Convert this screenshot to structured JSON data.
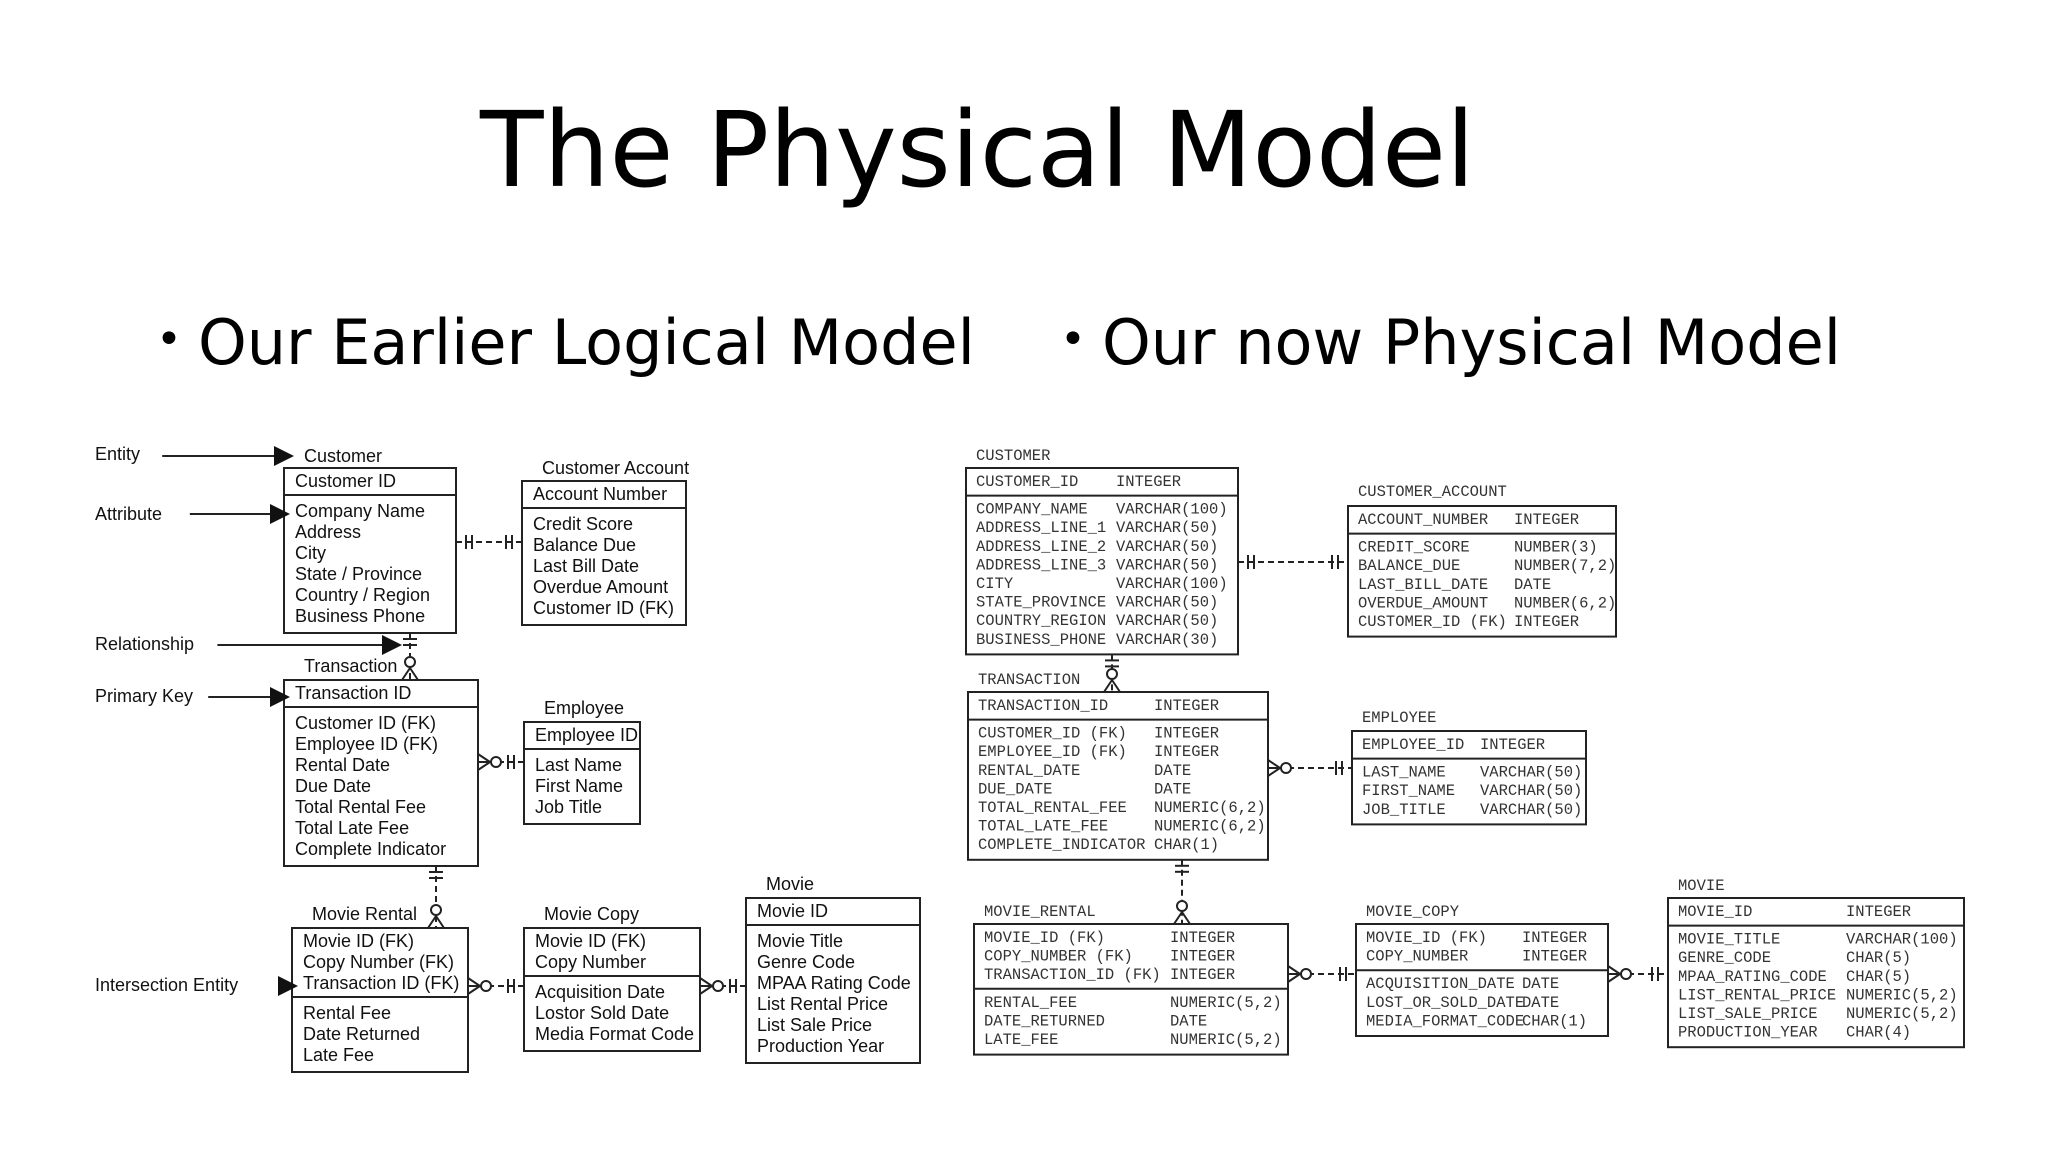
{
  "title": "The Physical Model",
  "bullets": {
    "left": "Our Earlier Logical Model",
    "right": "Our now Physical Model"
  },
  "logical": {
    "side_labels": [
      "Entity",
      "Attribute",
      "Relationship",
      "Primary Key",
      "Intersection Entity"
    ],
    "entities": [
      {
        "name": "Customer",
        "key": "Customer ID",
        "attrs": [
          "Company Name",
          "Address",
          "City",
          "State / Province",
          "Country / Region",
          "Business Phone"
        ]
      },
      {
        "name": "Customer Account",
        "key": "Account Number",
        "attrs": [
          "Credit Score",
          "Balance Due",
          "Last Bill Date",
          "Overdue Amount",
          "Customer ID (FK)"
        ]
      },
      {
        "name": "Transaction",
        "key": "Transaction ID",
        "attrs": [
          "Customer ID (FK)",
          "Employee ID (FK)",
          "Rental Date",
          "Due Date",
          "Total Rental Fee",
          "Total Late Fee",
          "Complete Indicator"
        ]
      },
      {
        "name": "Employee",
        "key": "Employee ID",
        "attrs": [
          "Last Name",
          "First Name",
          "Job Title"
        ]
      },
      {
        "name": "Movie Rental",
        "key": [
          "Movie ID (FK)",
          "Copy Number (FK)",
          "Transaction ID (FK)"
        ],
        "attrs": [
          "Rental Fee",
          "Date Returned",
          "Late Fee"
        ]
      },
      {
        "name": "Movie Copy",
        "key": [
          "Movie ID (FK)",
          "Copy Number"
        ],
        "attrs": [
          "Acquisition Date",
          "Lostor Sold Date",
          "Media Format Code"
        ]
      },
      {
        "name": "Movie",
        "key": "Movie ID",
        "attrs": [
          "Movie Title",
          "Genre Code",
          "MPAA Rating Code",
          "List Rental Price",
          "List Sale Price",
          "Production Year"
        ]
      }
    ]
  },
  "physical": {
    "tables": [
      {
        "name": "CUSTOMER",
        "key": [
          [
            "CUSTOMER_ID",
            "INTEGER"
          ]
        ],
        "cols": [
          [
            "COMPANY_NAME",
            "VARCHAR(100)"
          ],
          [
            "ADDRESS_LINE_1",
            "VARCHAR(50)"
          ],
          [
            "ADDRESS_LINE_2",
            "VARCHAR(50)"
          ],
          [
            "ADDRESS_LINE_3",
            "VARCHAR(50)"
          ],
          [
            "CITY",
            "VARCHAR(100)"
          ],
          [
            "STATE_PROVINCE",
            "VARCHAR(50)"
          ],
          [
            "COUNTRY_REGION",
            "VARCHAR(50)"
          ],
          [
            "BUSINESS_PHONE",
            "VARCHAR(30)"
          ]
        ]
      },
      {
        "name": "CUSTOMER_ACCOUNT",
        "key": [
          [
            "ACCOUNT_NUMBER",
            "INTEGER"
          ]
        ],
        "cols": [
          [
            "CREDIT_SCORE",
            "NUMBER(3)"
          ],
          [
            "BALANCE_DUE",
            "NUMBER(7,2)"
          ],
          [
            "LAST_BILL_DATE",
            "DATE"
          ],
          [
            "OVERDUE_AMOUNT",
            "NUMBER(6,2)"
          ],
          [
            "CUSTOMER_ID (FK)",
            "INTEGER"
          ]
        ]
      },
      {
        "name": "TRANSACTION",
        "key": [
          [
            "TRANSACTION_ID",
            "INTEGER"
          ]
        ],
        "cols": [
          [
            "CUSTOMER_ID (FK)",
            "INTEGER"
          ],
          [
            "EMPLOYEE_ID (FK)",
            "INTEGER"
          ],
          [
            "RENTAL_DATE",
            "DATE"
          ],
          [
            "DUE_DATE",
            "DATE"
          ],
          [
            "TOTAL_RENTAL_FEE",
            "NUMERIC(6,2)"
          ],
          [
            "TOTAL_LATE_FEE",
            "NUMERIC(6,2)"
          ],
          [
            "COMPLETE_INDICATOR",
            "CHAR(1)"
          ]
        ]
      },
      {
        "name": "EMPLOYEE",
        "key": [
          [
            "EMPLOYEE_ID",
            "INTEGER"
          ]
        ],
        "cols": [
          [
            "LAST_NAME",
            "VARCHAR(50)"
          ],
          [
            "FIRST_NAME",
            "VARCHAR(50)"
          ],
          [
            "JOB_TITLE",
            "VARCHAR(50)"
          ]
        ]
      },
      {
        "name": "MOVIE_RENTAL",
        "key": [
          [
            "MOVIE_ID (FK)",
            "INTEGER"
          ],
          [
            "COPY_NUMBER (FK)",
            "INTEGER"
          ],
          [
            "TRANSACTION_ID (FK)",
            "INTEGER"
          ]
        ],
        "cols": [
          [
            "RENTAL_FEE",
            "NUMERIC(5,2)"
          ],
          [
            "DATE_RETURNED",
            "DATE"
          ],
          [
            "LATE_FEE",
            "NUMERIC(5,2)"
          ]
        ]
      },
      {
        "name": "MOVIE_COPY",
        "key": [
          [
            "MOVIE_ID (FK)",
            "INTEGER"
          ],
          [
            "COPY_NUMBER",
            "INTEGER"
          ]
        ],
        "cols": [
          [
            "ACQUISITION_DATE",
            "DATE"
          ],
          [
            "LOST_OR_SOLD_DATE",
            "DATE"
          ],
          [
            "MEDIA_FORMAT_CODE",
            "CHAR(1)"
          ]
        ]
      },
      {
        "name": "MOVIE",
        "key": [
          [
            "MOVIE_ID",
            "INTEGER"
          ]
        ],
        "cols": [
          [
            "MOVIE_TITLE",
            "VARCHAR(100)"
          ],
          [
            "GENRE_CODE",
            "CHAR(5)"
          ],
          [
            "MPAA_RATING_CODE",
            "CHAR(5)"
          ],
          [
            "LIST_RENTAL_PRICE",
            "NUMERIC(5,2)"
          ],
          [
            "LIST_SALE_PRICE",
            "NUMERIC(5,2)"
          ],
          [
            "PRODUCTION_YEAR",
            "CHAR(4)"
          ]
        ]
      }
    ]
  }
}
